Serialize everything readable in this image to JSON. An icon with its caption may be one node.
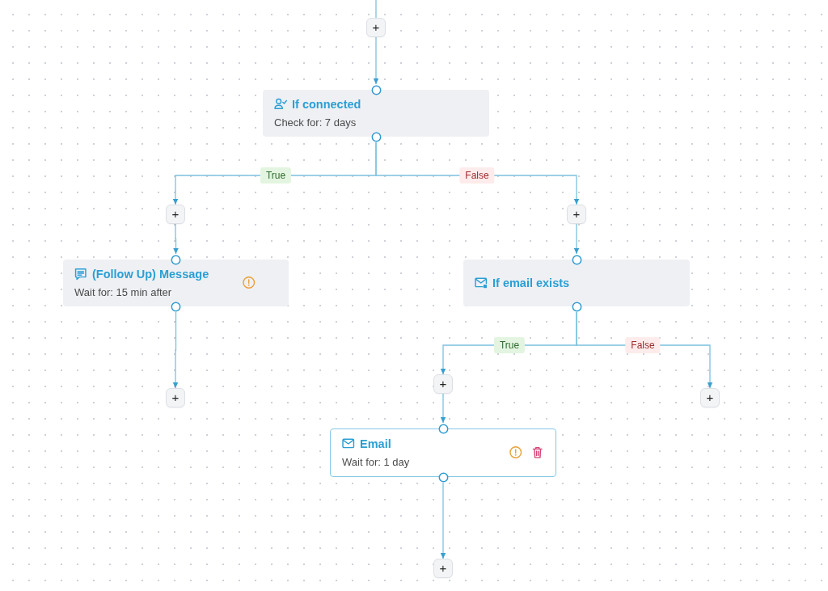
{
  "diagram": {
    "nodes": [
      {
        "text": [
          "+"
        ]
      },
      {
        "text": [
          "If connected",
          "Check for: 7 days"
        ]
      },
      {
        "text": [
          "+"
        ]
      },
      {
        "text": [
          "+"
        ]
      },
      {
        "text": [
          "(Follow Up) Message",
          "Wait for: 15 min after"
        ]
      },
      {
        "text": [
          "If email exists"
        ]
      },
      {
        "text": [
          "+"
        ]
      },
      {
        "text": [
          "+"
        ]
      },
      {
        "text": [
          "+"
        ]
      },
      {
        "text": [
          "Email",
          "Wait for: 1 day"
        ]
      },
      {
        "text": [
          "+"
        ]
      }
    ],
    "edges": [
      {
        "from": null,
        "to": 0,
        "arrow": "none"
      },
      {
        "from": 0,
        "to": 1,
        "arrow": "to"
      },
      {
        "from": 1,
        "to": 2,
        "arrow": "to",
        "label": "True"
      },
      {
        "from": 1,
        "to": 3,
        "arrow": "to",
        "label": "False"
      },
      {
        "from": 2,
        "to": 4,
        "arrow": "to"
      },
      {
        "from": 3,
        "to": 5,
        "arrow": "to"
      },
      {
        "from": 4,
        "to": 6,
        "arrow": "to"
      },
      {
        "from": 5,
        "to": 7,
        "arrow": "to",
        "label": "True"
      },
      {
        "from": 5,
        "to": 8,
        "arrow": "to",
        "label": "False"
      },
      {
        "from": 7,
        "to": 9,
        "arrow": "to"
      },
      {
        "from": 9,
        "to": 10,
        "arrow": "to"
      }
    ]
  }
}
